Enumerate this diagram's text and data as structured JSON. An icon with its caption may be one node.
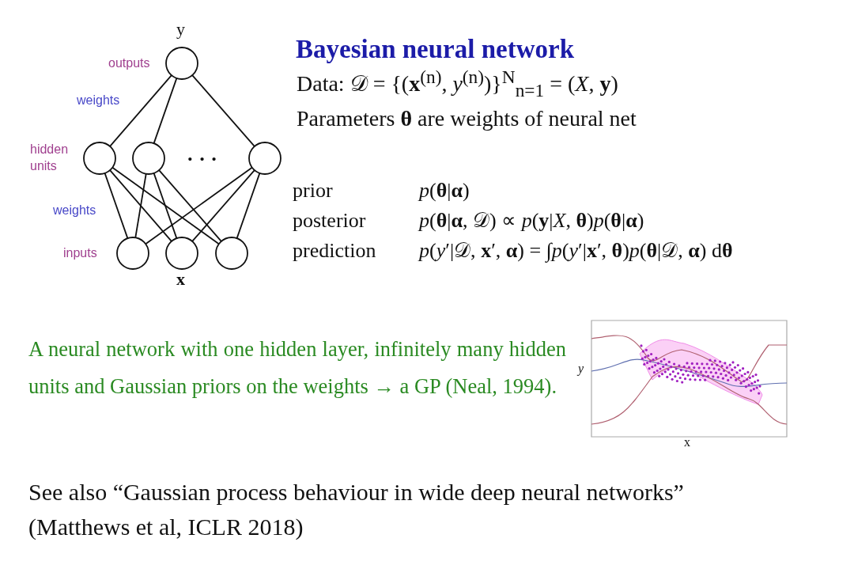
{
  "diagram": {
    "title": "Bayesian neural network",
    "nodes": [
      {
        "text": [],
        "shape": "circle"
      },
      {
        "text": [],
        "shape": "circle"
      },
      {
        "text": [],
        "shape": "circle"
      },
      {
        "text": [],
        "shape": "circle"
      },
      {
        "text": [],
        "shape": "circle"
      },
      {
        "text": [],
        "shape": "circle"
      },
      {
        "text": [],
        "shape": "circle"
      }
    ],
    "edges": [
      {
        "from": 0,
        "to": 1,
        "arrow": "none"
      },
      {
        "from": 0,
        "to": 2,
        "arrow": "none"
      },
      {
        "from": 0,
        "to": 3,
        "arrow": "none"
      },
      {
        "from": 1,
        "to": 4,
        "arrow": "none"
      },
      {
        "from": 1,
        "to": 5,
        "arrow": "none"
      },
      {
        "from": 1,
        "to": 6,
        "arrow": "none"
      },
      {
        "from": 2,
        "to": 4,
        "arrow": "none"
      },
      {
        "from": 2,
        "to": 5,
        "arrow": "none"
      },
      {
        "from": 2,
        "to": 6,
        "arrow": "none"
      },
      {
        "from": 3,
        "to": 4,
        "arrow": "none"
      },
      {
        "from": 3,
        "to": 5,
        "arrow": "none"
      },
      {
        "from": 3,
        "to": 6,
        "arrow": "none"
      }
    ],
    "labels": [
      "y",
      "outputs",
      "weights",
      "hidden units",
      "· · ·",
      "weights",
      "inputs",
      "**x**",
      "Data: 𝒟 = {(**x**$^{(n)}$, *y*$^{(n)}$)}$^{N}$$_{n=1}$ = (*X*, **y**)",
      "Parameters **θ** are weights of neural net",
      "prior",
      "*p*(**θ**|**α**)",
      "posterior",
      "*p*(**θ**|**α**, 𝒟) ∝ *p*(**y**|*X*, **θ**)*p*(**θ**|**α**)",
      "prediction",
      "*p*(*y*′|𝒟, **x**′, **α**) = ∫*p*(*y*′|**x**′, **θ**)*p*(**θ**|𝒟, **α**) d**θ**",
      "A neural network with one hidden layer, infinitely many hidden units and Gaussian priors on the weights → a GP (Neal, 1994).",
      "*y*",
      "x",
      "See also “Gaussian process behaviour in wide deep neural networks” (Matthews et al, ICLR 2018)"
    ]
  }
}
